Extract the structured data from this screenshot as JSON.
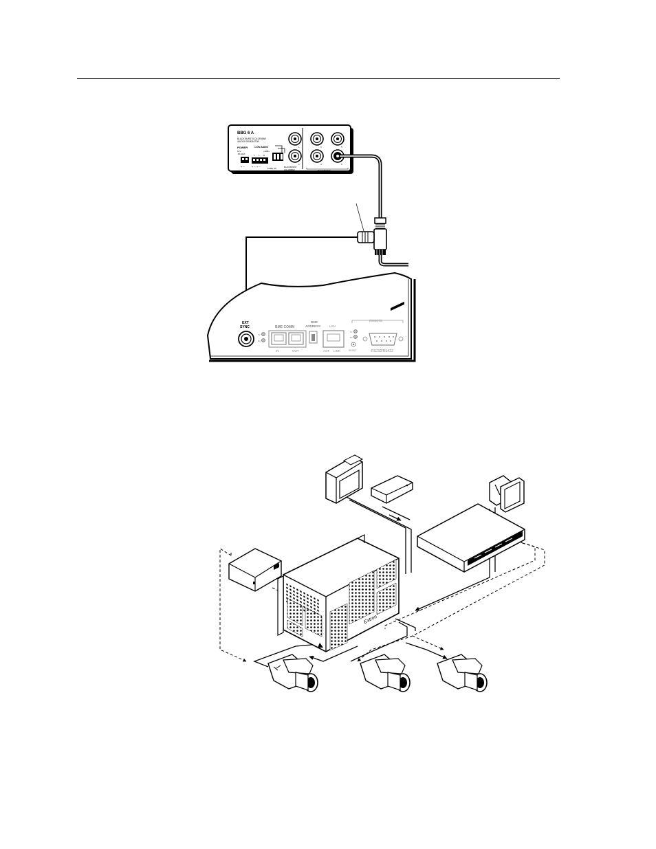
{
  "top_figure": {
    "generator": {
      "model": "BBG 6 A",
      "subtitle_line1": "BLACK BURST/COLOR BAR",
      "subtitle_line2": "/AUDIO GENERATOR",
      "power_label": "POWER",
      "power_rating_1": "12V",
      "power_rating_2": ".5A MAX",
      "audio_label": "1 kHz AUDIO",
      "audio_sub": "+4dBu",
      "audio_bottom": "-10dBV (R)",
      "bb_cb_label_1": "BLACKBURST",
      "bb_cb_label_2": "COLORBAR",
      "blackburst_label": "BLACKBURST",
      "audio_pins": [
        "L",
        "L",
        "R"
      ],
      "bnc_numbers": [
        "1",
        "2",
        "3",
        "4",
        "5",
        "6"
      ]
    },
    "switcher_panel": {
      "ext_sync_1": "EXT",
      "ext_sync_2": "SYNC",
      "bme_comm": "BME COMM",
      "bme_address_1": "BME",
      "bme_address_2": "ADDRESS",
      "lan": "LAN",
      "remote": "REMOTE",
      "in_label": "IN",
      "out_label": "OUT",
      "act_label": "ACT",
      "link_label": "LINK",
      "reset_label": "RESET",
      "rs_label": "RS232/RS422",
      "led_tx": "Tx",
      "led_rx": "Rx"
    }
  },
  "bottom_figure": {
    "switcher_brand": "Extron"
  }
}
